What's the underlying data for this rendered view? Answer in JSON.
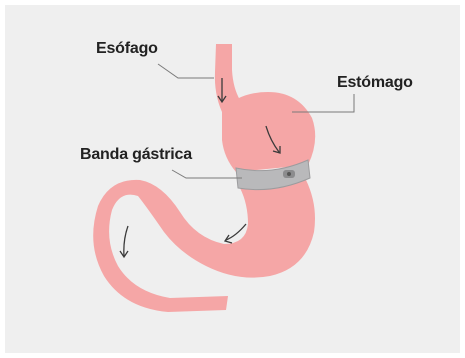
{
  "labels": {
    "esophagus": "Esófago",
    "stomach": "Estómago",
    "gastric_band": "Banda gástrica"
  },
  "colors": {
    "background": "#efefef",
    "organ": "#f5a6a6",
    "organ_highlight": "#f8bcbc",
    "band": "#b9b9bb",
    "arrow": "#3a3a3a",
    "leader_line": "#7a7a7a"
  }
}
